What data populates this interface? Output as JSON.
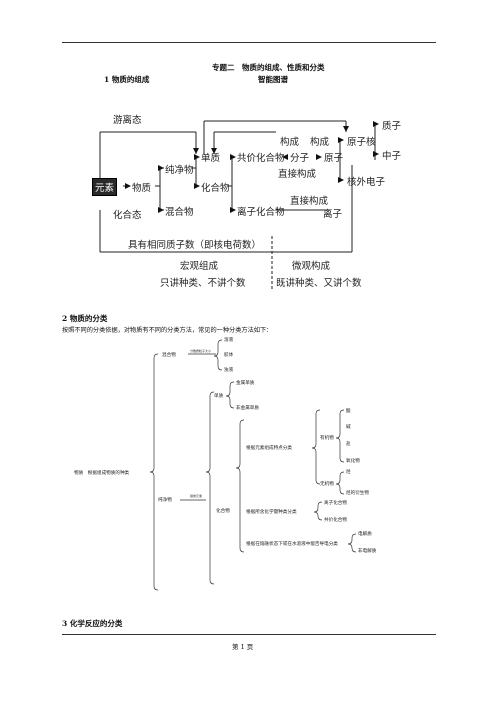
{
  "header": {
    "title": "专题二　物质的组成、性质和分类",
    "subtitle": "智能图谱"
  },
  "section1": {
    "heading": "1 物质的组成",
    "diagram": {
      "youlitai": "游离态",
      "yuansu": "元素",
      "wuzhi": "物质",
      "chunjingwu": "纯净物",
      "hunhewu": "混合物",
      "danzhi": "单质",
      "huahewu": "化合物",
      "huahetai": "化合态",
      "gongjia": "共价化合物",
      "lizi_hh": "离子化合物",
      "fenzi": "分子",
      "yuanzi": "原子",
      "lizi": "离子",
      "goucheng1": "构成",
      "goucheng2": "构成",
      "zhijie1": "直接构成",
      "zhijie2": "直接构成",
      "yuanzihe": "原子核",
      "zhizi": "质子",
      "zhongzi": "中子",
      "hewai": "核外电子",
      "jujuyou": "具有相同质子数（即核电荷数）",
      "hongguan": "宏观组成",
      "hongguan2": "只讲种类、不讲个数",
      "weiguan": "微观构成",
      "weiguan2": "既讲种类、又讲个数"
    }
  },
  "section2": {
    "heading": "2 物质的分类",
    "intro": "按照不同的分类依据，对物质有不同的分类方法，常见的一种分类方法如下：",
    "tree": {
      "root": "物质　根据组成物质的种类",
      "mixture": "混合物",
      "mixture_note": "分散质粒子大小",
      "mixture_note2": "",
      "rongye": "溶液",
      "jiaoti": "胶体",
      "zhuoye": "浊液",
      "pure": "纯净物",
      "pure_note": "组成元素",
      "danzhi": "单质",
      "jinshu": "金属单质",
      "feijinshu": "非金属单质",
      "huahewu": "化合物",
      "by_element": "根据元素组成特点分类",
      "youji": "有机物",
      "suan": "酸",
      "jian": "碱",
      "yan": "盐",
      "yanghuawu": "氧化物",
      "wuji": "无机物",
      "ting": "烃",
      "ting_yansheng": "烃的衍生物",
      "by_bond": "根据所含化学键种类分类",
      "lizihhw": "离子化合物",
      "gongjiahhw": "共价化合物",
      "by_conduct": "根据在熔融状态下或在水溶液中能否导电分类",
      "dianjiezhi": "电解质",
      "feidianjiezhi": "非电解质"
    }
  },
  "section3": {
    "heading": "3 化学反应的分类"
  },
  "footer": {
    "page": "第 1 页"
  }
}
